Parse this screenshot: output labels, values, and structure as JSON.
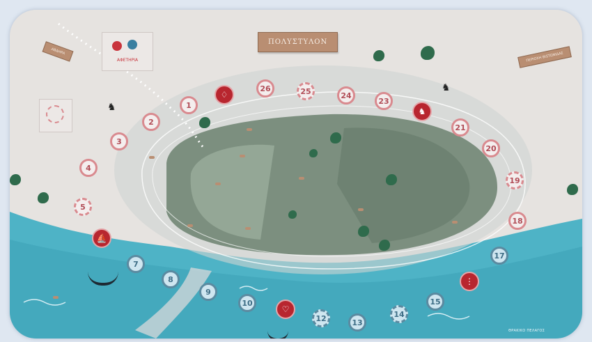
{
  "board": {
    "title": "ΠΟΛΥΣΤΥΛΟΝ",
    "legend_label": "ΑΦΕΤΗΡΙΑ",
    "left_sign": "ΑΒΔΗΡΑ",
    "right_sign": "ΠΕΡΙΟΧΗ ΒΙΣΤΩΝΙΔΑΣ",
    "sea_label": "ΘΡΑΚΙΚΟ ΠΕΛΑΓΟΣ",
    "colors": {
      "land": "#e6e3e0",
      "sea": "#4eb3c6",
      "site": "#7c8f7f",
      "spot_border": "#d98a8f",
      "event": "#b8262f",
      "wood_sign": "#b98e72"
    }
  },
  "spots": [
    {
      "label": "1"
    },
    {
      "label": "2"
    },
    {
      "label": "3"
    },
    {
      "label": "4"
    },
    {
      "label": "5"
    },
    {
      "label": "7"
    },
    {
      "label": "8"
    },
    {
      "label": "9"
    },
    {
      "label": "10"
    },
    {
      "label": "12"
    },
    {
      "label": "13"
    },
    {
      "label": "14"
    },
    {
      "label": "15"
    },
    {
      "label": "17"
    },
    {
      "label": "18"
    },
    {
      "label": "19"
    },
    {
      "label": "20"
    },
    {
      "label": "21"
    },
    {
      "label": "23"
    },
    {
      "label": "24"
    },
    {
      "label": "25"
    },
    {
      "label": "26"
    }
  ],
  "event_icons": [
    {
      "icon": "bull-icon"
    },
    {
      "icon": "horse-icon"
    },
    {
      "icon": "ship-icon"
    },
    {
      "icon": "chariot-icon"
    },
    {
      "icon": "dice-icon"
    }
  ]
}
